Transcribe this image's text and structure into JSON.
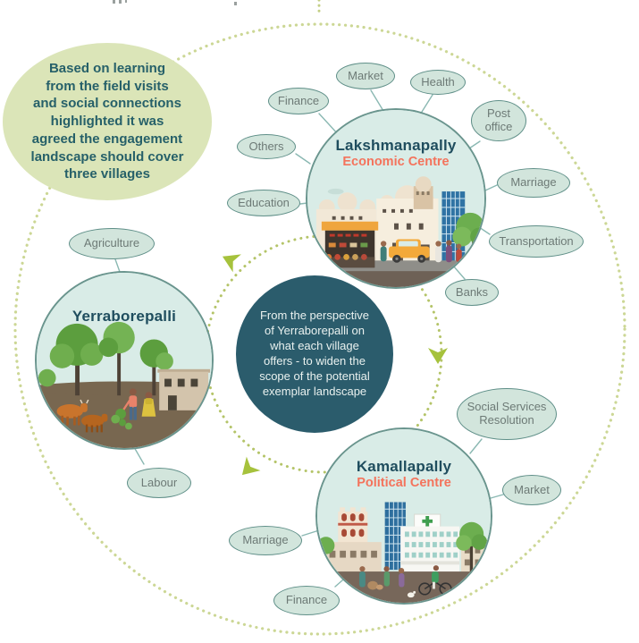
{
  "intro_bubble": {
    "text": "Based on learning\nfrom the field visits\nand social connections\nhighlighted it was\nagreed the engagement\nlandscape should cover\nthree villages"
  },
  "center_note": {
    "text": "From the perspective\nof Yerraborepalli  on\nwhat each village\noffers - to widen the\nscope of the potential\nexemplar landscape"
  },
  "villages": {
    "lakshmanapally": {
      "name": "Lakshmanapally",
      "subtitle": "Economic Centre"
    },
    "yerraborepalli": {
      "name": "Yerraborepalli"
    },
    "kamallapally": {
      "name": "Kamallapally",
      "subtitle": "Political Centre"
    }
  },
  "satellites": {
    "lakshmanapally": [
      "Market",
      "Health",
      "Finance",
      "Post office",
      "Others",
      "Marriage",
      "Education",
      "Transportation",
      "Banks"
    ],
    "yerraborepalli": [
      "Agriculture",
      "Labour"
    ],
    "kamallapally": [
      "Social Services Resolution",
      "Market",
      "Marriage",
      "Finance"
    ]
  },
  "colors": {
    "accent_arrow_green": "#a6c23c",
    "dotted_outer_ring": "#ccd795",
    "dotted_inner_ring": "#b4c468",
    "bubble_fill": "#d2e5dc",
    "bubble_border": "#5f8f88",
    "village_title_teal": "#1f4d5e",
    "village_subtitle_coral": "#f4735c",
    "center_circle_fill": "#2b5c6c",
    "intro_ellipse_fill": "#dbe5b8"
  }
}
